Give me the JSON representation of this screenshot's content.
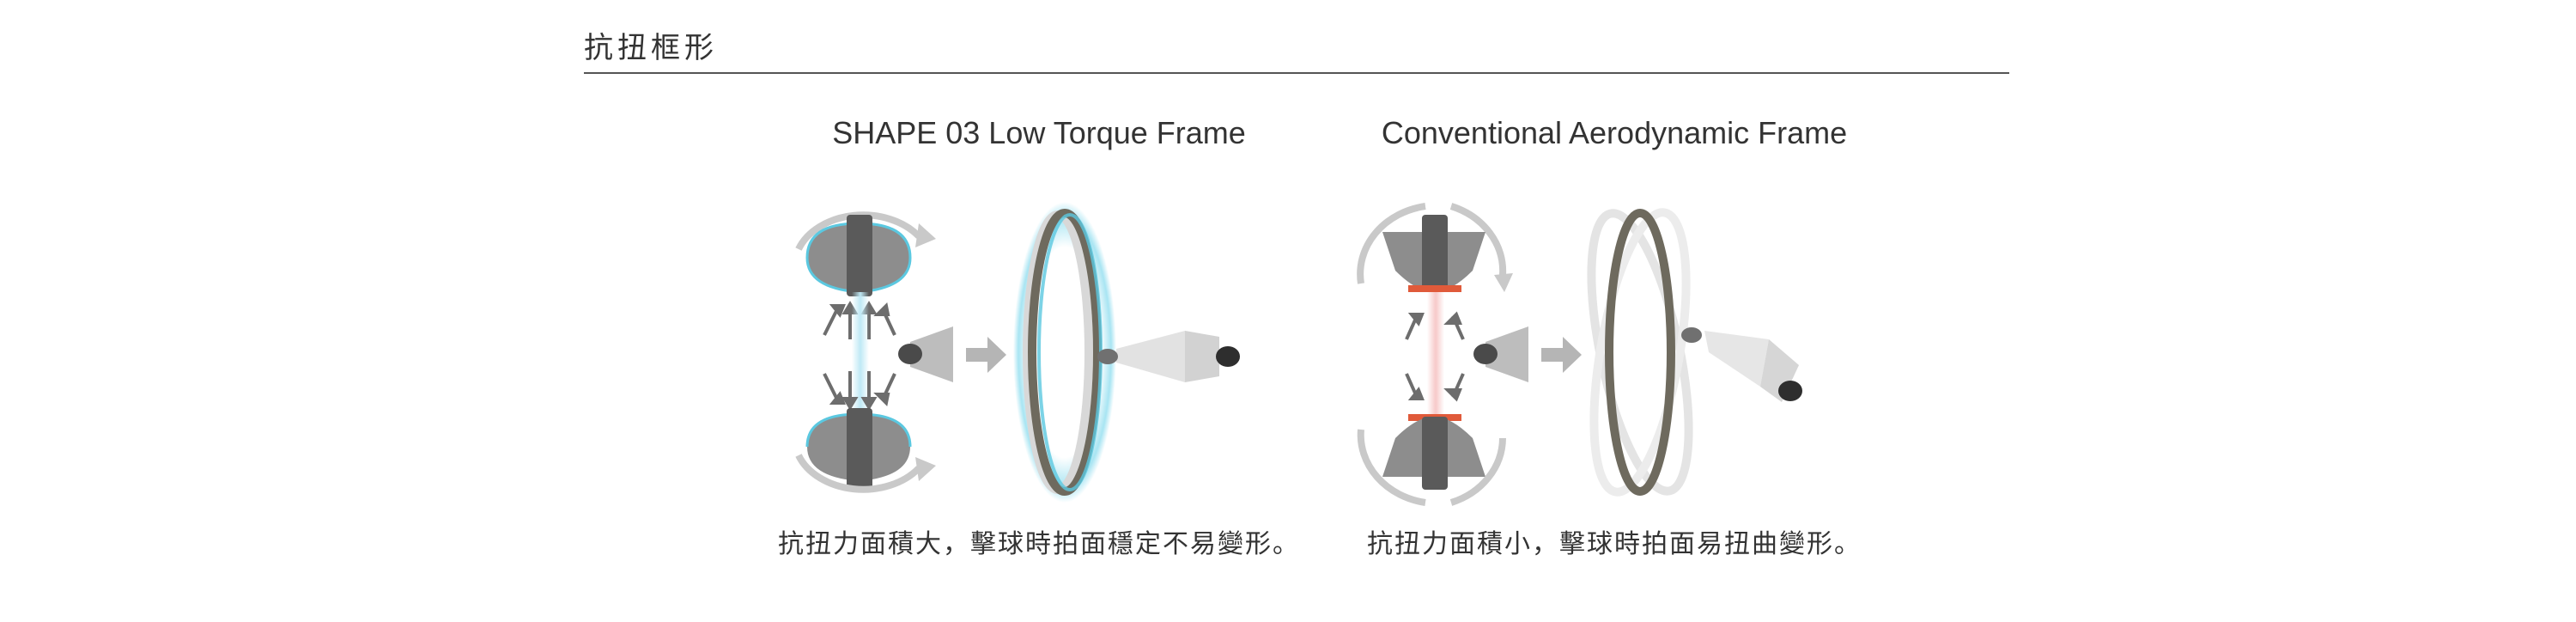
{
  "section": {
    "title": "抗扭框形"
  },
  "panels": [
    {
      "id": "shape03",
      "title": "SHAPE 03 Low Torque Frame",
      "caption": "抗扭力面積大，擊球時拍面穩定不易變形。",
      "glow_color": "#5bc8e0"
    },
    {
      "id": "conventional",
      "title": "Conventional Aerodynamic Frame",
      "caption": "抗扭力面積小，擊球時拍面易扭曲變形。",
      "glow_color": "#e05a3a"
    }
  ]
}
